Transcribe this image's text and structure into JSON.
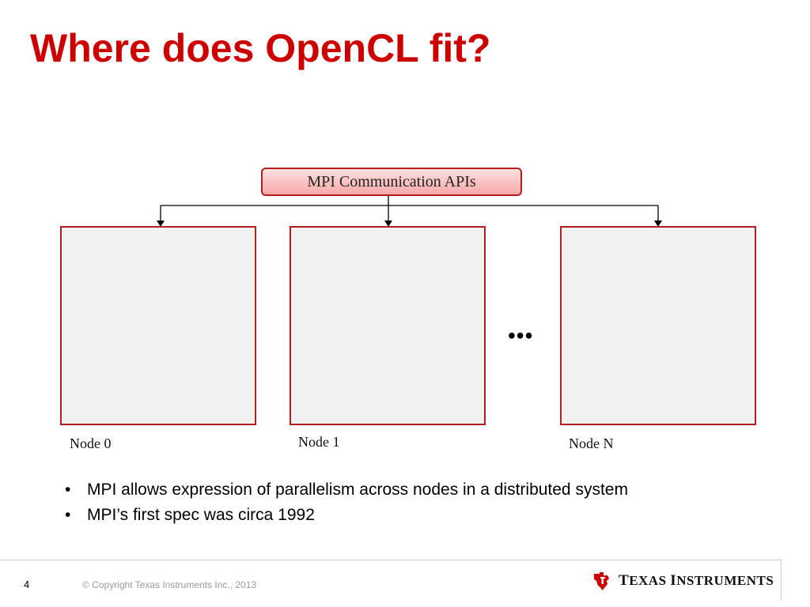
{
  "slide": {
    "title": "Where does OpenCL fit?",
    "page_number": "4",
    "copyright": "© Copyright Texas Instruments Inc., 2013"
  },
  "diagram": {
    "api_label": "MPI Communication APIs",
    "nodes": [
      {
        "label": "Node 0"
      },
      {
        "label": "Node 1"
      },
      {
        "label": "Node N"
      }
    ],
    "ellipsis": "•••",
    "colors": {
      "border": "#b01e1e",
      "box_fill": "#f1f1f1",
      "api_fill": "#f8a8a8"
    }
  },
  "bullets": [
    {
      "marker": "•",
      "text": "MPI allows  expression of parallelism  across nodes in a distributed system"
    },
    {
      "marker": "•",
      "text": "MPI’s first spec was circa 1992"
    }
  ],
  "logo": {
    "icon": "texas-instruments-logo-icon",
    "wordmark_first_cap": "T",
    "wordmark_first_rest": "EXAS ",
    "wordmark_second_cap": "I",
    "wordmark_second_rest": "NSTRUMENTS"
  },
  "theme": {
    "title_color": "#cc0000",
    "logo_red": "#cc0000"
  }
}
